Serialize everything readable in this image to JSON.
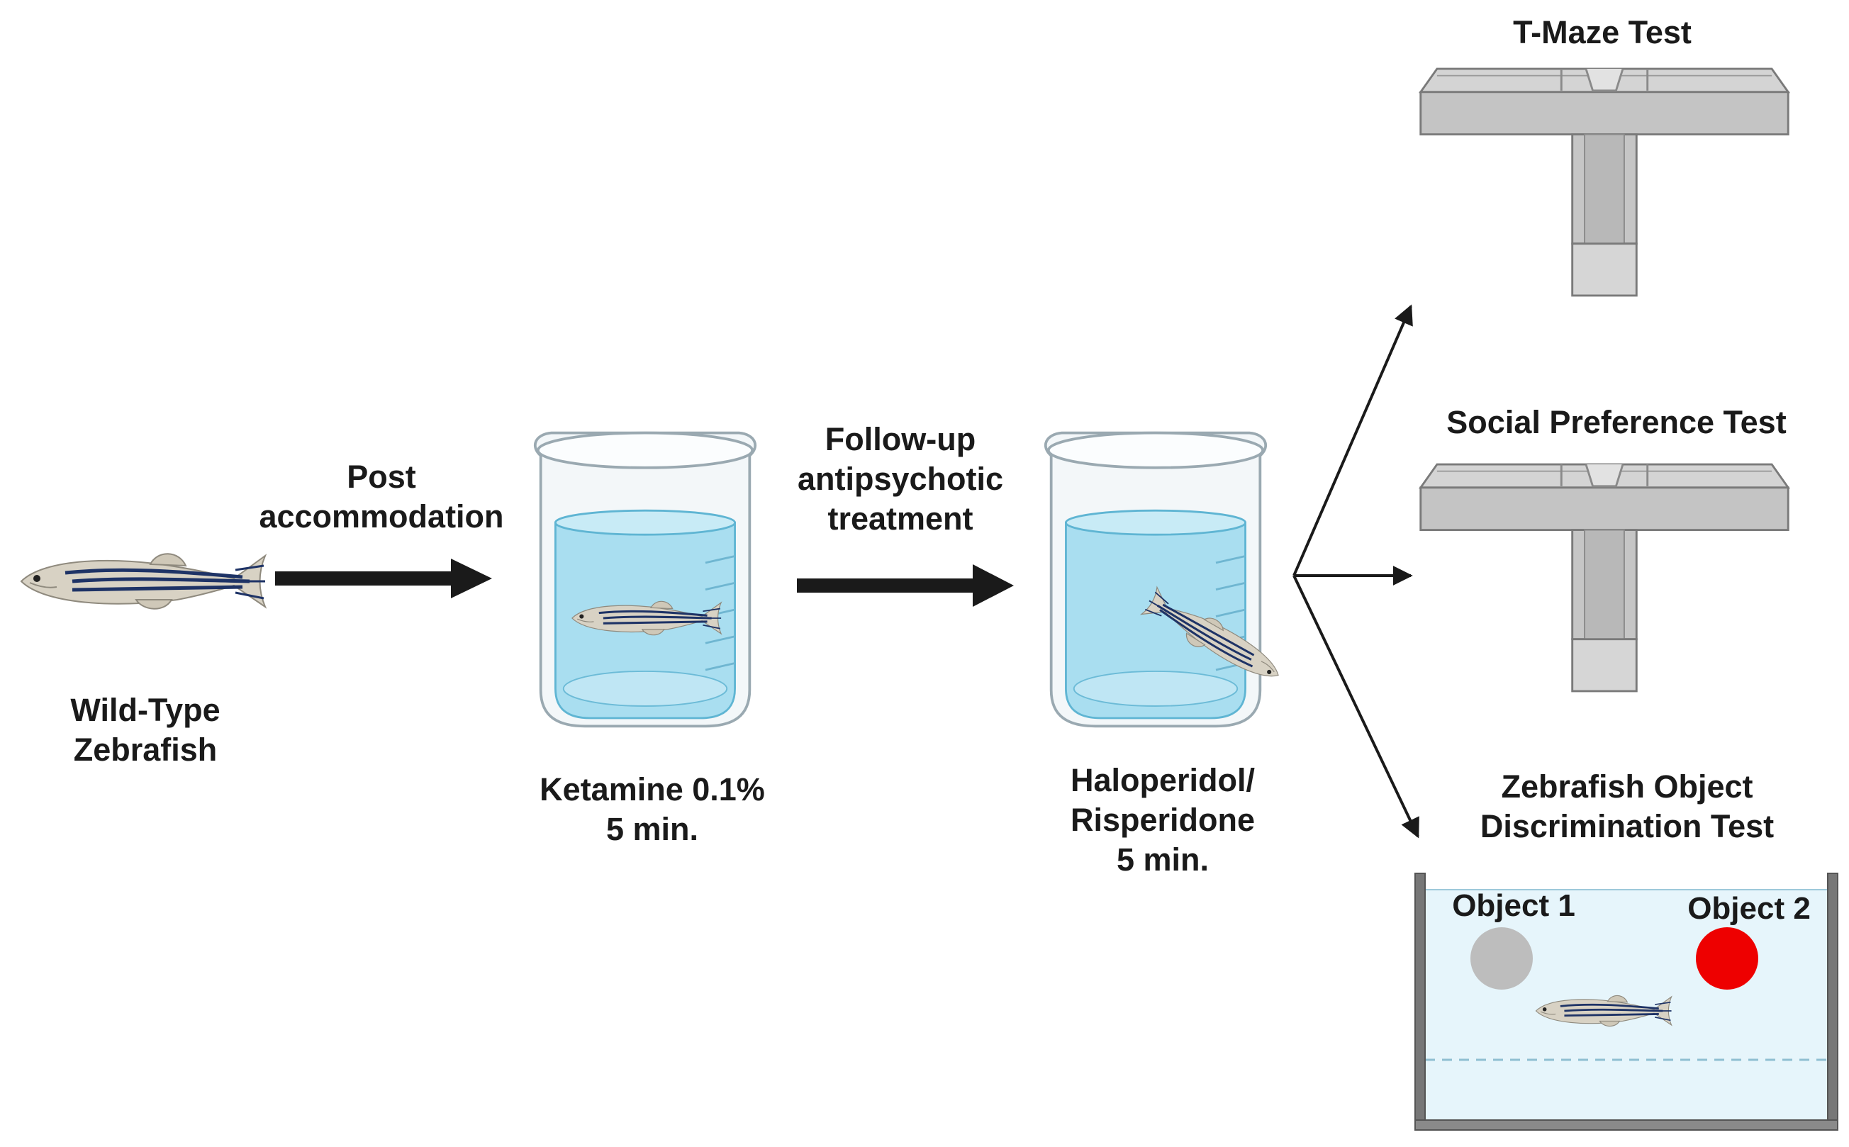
{
  "labels": {
    "wild_type": [
      "Wild-Type",
      "Zebrafish"
    ],
    "post_accommodation": [
      "Post",
      "accommodation"
    ],
    "ketamine": [
      "Ketamine 0.1%",
      "5 min."
    ],
    "followup": [
      "Follow-up",
      "antipsychotic",
      "treatment"
    ],
    "haloperidol": [
      "Haloperidol/",
      "Risperidone",
      "5 min."
    ],
    "tmaze": "T-Maze Test",
    "social": "Social Preference Test",
    "object_test": [
      "Zebrafish Object",
      "Discrimination Test"
    ],
    "object1": "Object 1",
    "object2": "Object 2"
  },
  "colors": {
    "water": "#a9def0",
    "fish_stripe": "#1e3366",
    "arrow": "#1a1a1a",
    "maze": "#c4c4c4",
    "object1": "#bdbdbd",
    "object2": "#ee0000",
    "tank_water": "#e6f5fb"
  },
  "icons": [
    "zebrafish-icon",
    "beaker-icon",
    "t-maze-icon",
    "tank-icon"
  ]
}
